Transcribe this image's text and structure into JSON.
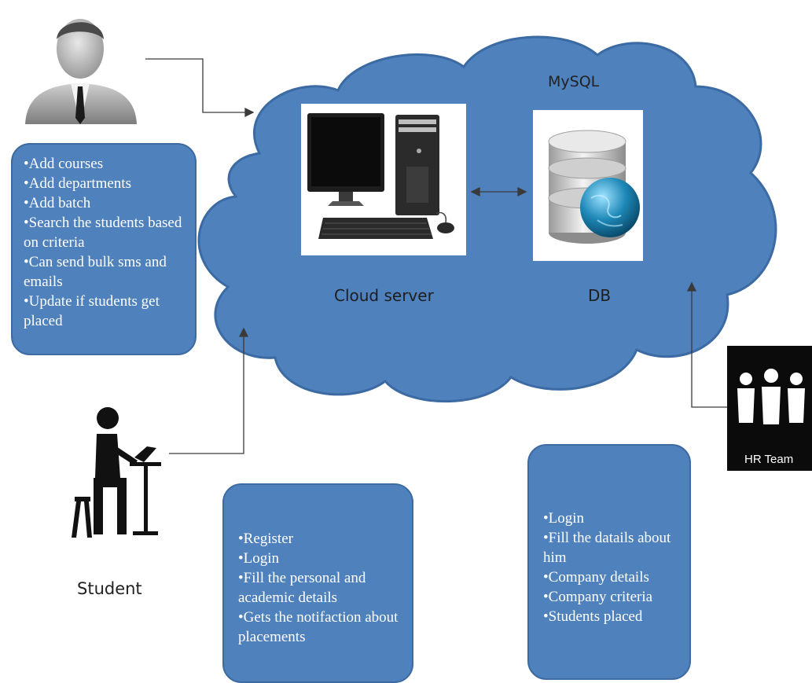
{
  "colors": {
    "cloud_fill": "#4f81bd",
    "cloud_stroke": "#3c6aa3",
    "box_fill": "#4f81bd",
    "hr_tile": "#0b0b0b",
    "connector": "#3a3a3a"
  },
  "cloud": {
    "mysql_label": "MySQL",
    "server_caption": "Cloud server",
    "db_caption": "DB"
  },
  "admin_box": {
    "items": [
      "Add courses",
      "Add departments",
      "Add batch",
      "Search the students based on criteria",
      "Can send bulk sms and emails",
      "Update if students get placed"
    ]
  },
  "student": {
    "label": "Student",
    "items": [
      "Register",
      "Login",
      "Fill the personal and academic details",
      "Gets the notifaction about placements"
    ]
  },
  "hr": {
    "label": "HR Team",
    "items": [
      "Login",
      "Fill  the datails about him",
      "Company details",
      "Company criteria",
      "Students placed"
    ]
  },
  "icons": {
    "admin": "businessman-avatar-icon",
    "computer": "desktop-computer-icon",
    "database": "database-globe-icon",
    "student": "student-at-laptop-icon",
    "hr": "team-people-icon"
  }
}
